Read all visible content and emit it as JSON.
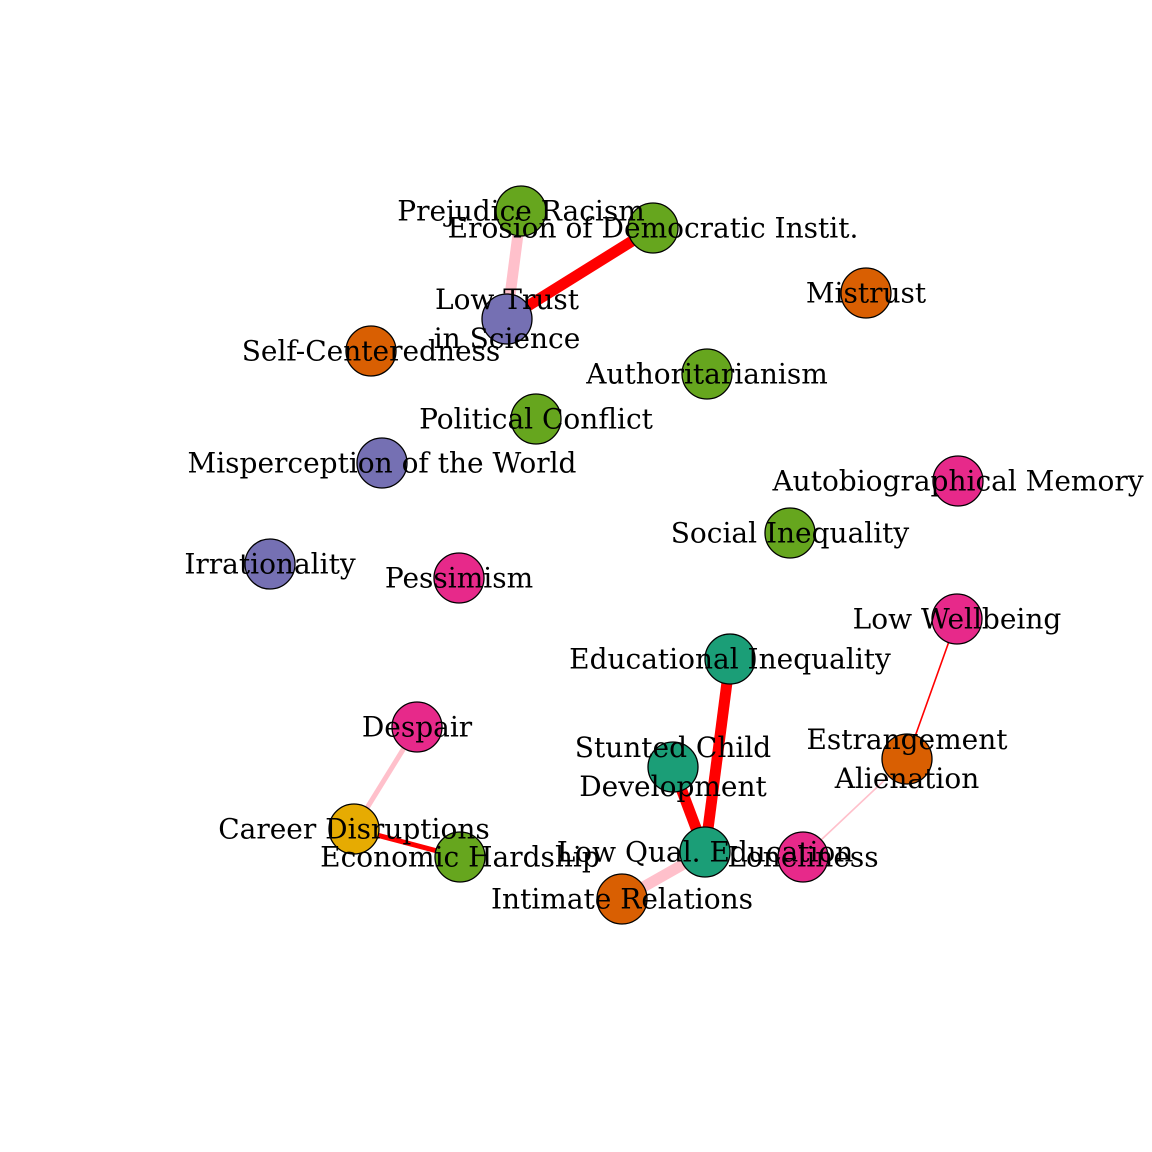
{
  "graph": {
    "nodes": [
      {
        "id": "prejudice",
        "label_lines": [
          "Prejudice Racism"
        ],
        "color": "#66a61e"
      },
      {
        "id": "erosion",
        "label_lines": [
          "Erosion of Democratic Instit."
        ],
        "color": "#66a61e"
      },
      {
        "id": "mistrust",
        "label_lines": [
          "Mistrust"
        ],
        "color": "#d95f02"
      },
      {
        "id": "low-trust",
        "label_lines": [
          "Low Trust",
          "in Science"
        ],
        "color": "#7570b3"
      },
      {
        "id": "self-centeredness",
        "label_lines": [
          "Self-Centeredness"
        ],
        "color": "#d95f02"
      },
      {
        "id": "authoritarianism",
        "label_lines": [
          "Authoritarianism"
        ],
        "color": "#66a61e"
      },
      {
        "id": "political-conflict",
        "label_lines": [
          "Political Conflict"
        ],
        "color": "#66a61e"
      },
      {
        "id": "misperception",
        "label_lines": [
          "Misperception of the World"
        ],
        "color": "#7570b3"
      },
      {
        "id": "autobiographical",
        "label_lines": [
          "Autobiographical Memory"
        ],
        "color": "#e7298a"
      },
      {
        "id": "social-inequality",
        "label_lines": [
          "Social Inequality"
        ],
        "color": "#66a61e"
      },
      {
        "id": "irrationality",
        "label_lines": [
          "Irrationality"
        ],
        "color": "#7570b3"
      },
      {
        "id": "pessimism",
        "label_lines": [
          "Pessimism"
        ],
        "color": "#e7298a"
      },
      {
        "id": "low-wellbeing",
        "label_lines": [
          "Low Wellbeing"
        ],
        "color": "#e7298a"
      },
      {
        "id": "educational-inequality",
        "label_lines": [
          "Educational Inequality"
        ],
        "color": "#1b9e77"
      },
      {
        "id": "despair",
        "label_lines": [
          "Despair"
        ],
        "color": "#e7298a"
      },
      {
        "id": "estrangement",
        "label_lines": [
          "Estrangement",
          "Alienation"
        ],
        "color": "#d95f02"
      },
      {
        "id": "stunted-child",
        "label_lines": [
          "Stunted Child",
          "Development"
        ],
        "color": "#1b9e77"
      },
      {
        "id": "career-disruptions",
        "label_lines": [
          "Career Disruptions"
        ],
        "color": "#e6ab02"
      },
      {
        "id": "low-qual-education",
        "label_lines": [
          "Low Qual. Education"
        ],
        "color": "#1b9e77"
      },
      {
        "id": "loneliness",
        "label_lines": [
          "Loneliness"
        ],
        "color": "#e7298a"
      },
      {
        "id": "economic-hardship",
        "label_lines": [
          "Economic Hardship"
        ],
        "color": "#66a61e"
      },
      {
        "id": "intimate-relations",
        "label_lines": [
          "Intimate Relations"
        ],
        "color": "#d95f02"
      }
    ],
    "edges": [
      {
        "from": "prejudice",
        "to": "low-trust",
        "color": "#ffc0cb",
        "strength": "strong"
      },
      {
        "from": "erosion",
        "to": "low-trust",
        "color": "#ff0000",
        "strength": "strong"
      },
      {
        "from": "educational-inequality",
        "to": "low-qual-education",
        "color": "#ff0000",
        "strength": "strong"
      },
      {
        "from": "stunted-child",
        "to": "low-qual-education",
        "color": "#ff0000",
        "strength": "strong"
      },
      {
        "from": "low-qual-education",
        "to": "intimate-relations",
        "color": "#ffc0cb",
        "strength": "strong"
      },
      {
        "from": "low-wellbeing",
        "to": "estrangement",
        "color": "#ff0000",
        "strength": "weak"
      },
      {
        "from": "estrangement",
        "to": "loneliness",
        "color": "#ffc0cb",
        "strength": "weak"
      },
      {
        "from": "despair",
        "to": "career-disruptions",
        "color": "#ffc0cb",
        "strength": "medium"
      },
      {
        "from": "career-disruptions",
        "to": "economic-hardship",
        "color": "#ff0000",
        "strength": "medium"
      }
    ]
  }
}
